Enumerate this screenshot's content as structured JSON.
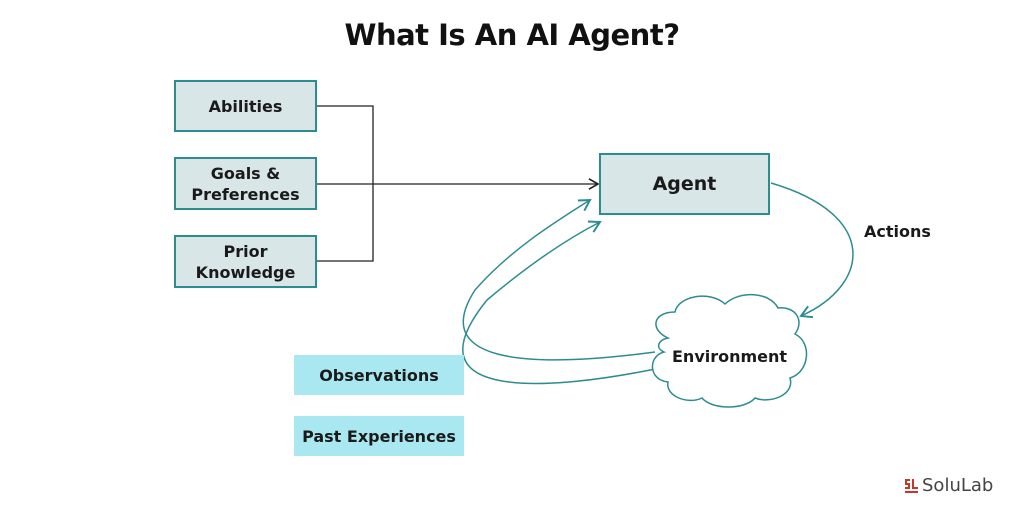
{
  "title": "What Is An AI Agent?",
  "inputs": [
    "Abilities",
    "Goals & Preferences",
    "Prior Knowledge"
  ],
  "inputs_display": {
    "abilities": "Abilities",
    "goals_line1": "Goals &",
    "goals_line2": "Preferences",
    "prior_line1": "Prior",
    "prior_line2": "Knowledge"
  },
  "agent": "Agent",
  "actions": "Actions",
  "environment": "Environment",
  "feedback": [
    "Observations",
    "Past Experiences"
  ],
  "logo": "SoluLab",
  "colors": {
    "teal": "#2c8c8f",
    "box_fill": "#d9e6e8",
    "cyan_fill": "#a9e8f0",
    "logo_red": "#c0392b"
  }
}
